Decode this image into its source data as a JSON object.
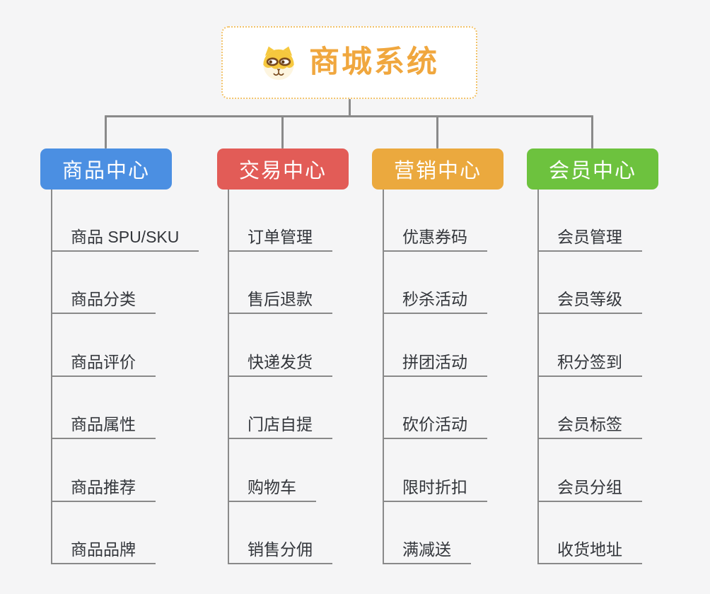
{
  "page": {
    "background": "#f5f5f6"
  },
  "colors": {
    "connector_line": "#8a8a8a",
    "item_underline": "#898989",
    "item_text": "#33363b",
    "root_text": "#f0a73e",
    "root_border": "#f2c36a"
  },
  "root": {
    "title": "商城系统",
    "icon": "dog-face-icon"
  },
  "branches": [
    {
      "label": "商品中心",
      "color": "#4b8fe2",
      "items": [
        "商品 SPU/SKU",
        "商品分类",
        "商品评价",
        "商品属性",
        "商品推荐",
        "商品品牌"
      ]
    },
    {
      "label": "交易中心",
      "color": "#e25c57",
      "items": [
        "订单管理",
        "售后退款",
        "快递发货",
        "门店自提",
        "购物车",
        "销售分佣"
      ]
    },
    {
      "label": "营销中心",
      "color": "#eba93e",
      "items": [
        "优惠券码",
        "秒杀活动",
        "拼团活动",
        "砍价活动",
        "限时折扣",
        "满减送"
      ]
    },
    {
      "label": "会员中心",
      "color": "#6dc23e",
      "items": [
        "会员管理",
        "会员等级",
        "积分签到",
        "会员标签",
        "会员分组",
        "收货地址"
      ]
    }
  ]
}
